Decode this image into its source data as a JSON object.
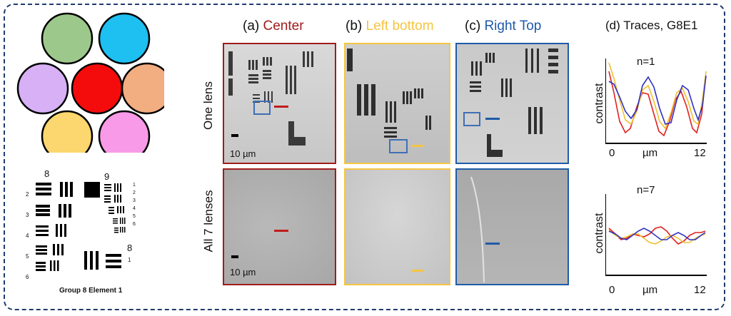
{
  "figure": {
    "lens_colors": {
      "top_left": "#9dc88b",
      "top_right": "#1ec0f2",
      "mid_left": "#d8b0f5",
      "center": "#f40c0c",
      "mid_right": "#f2ad80",
      "bottom_left": "#fcd66e",
      "bottom_right": "#f89ae8"
    },
    "target": {
      "group_8_label": "8",
      "group_9_label": "9",
      "element_numbers_left": [
        "2",
        "3",
        "4",
        "5",
        "6"
      ],
      "element_numbers_right": [
        "1",
        "2",
        "3",
        "4",
        "5",
        "6"
      ],
      "group_8_small_label": "8",
      "group_8_small_element": "1",
      "caption": "Group 8 Element 1"
    },
    "columns": [
      {
        "prefix": "(a)",
        "name": "Center",
        "color": "#a01c1c"
      },
      {
        "prefix": "(b)",
        "name": "Left bottom",
        "color": "#f5c542"
      },
      {
        "prefix": "(c)",
        "name": "Right Top",
        "color": "#1f5ba8"
      }
    ],
    "rows": [
      {
        "label": "One lens",
        "scalebar": "10 µm"
      },
      {
        "label": "All 7 lenses",
        "scalebar": "10 µm"
      }
    ],
    "traces": {
      "title": "(d)  Traces, G8E1",
      "plots": [
        {
          "label": "n=1",
          "ylabel": "contrast",
          "xlabel": "µm",
          "xmin": "0",
          "xmax": "12"
        },
        {
          "label": "n=7",
          "ylabel": "contrast",
          "xlabel": "µm",
          "xmin": "0",
          "xmax": "12"
        }
      ],
      "series_colors": [
        "#e02020",
        "#f0c030",
        "#3030c0"
      ]
    }
  }
}
